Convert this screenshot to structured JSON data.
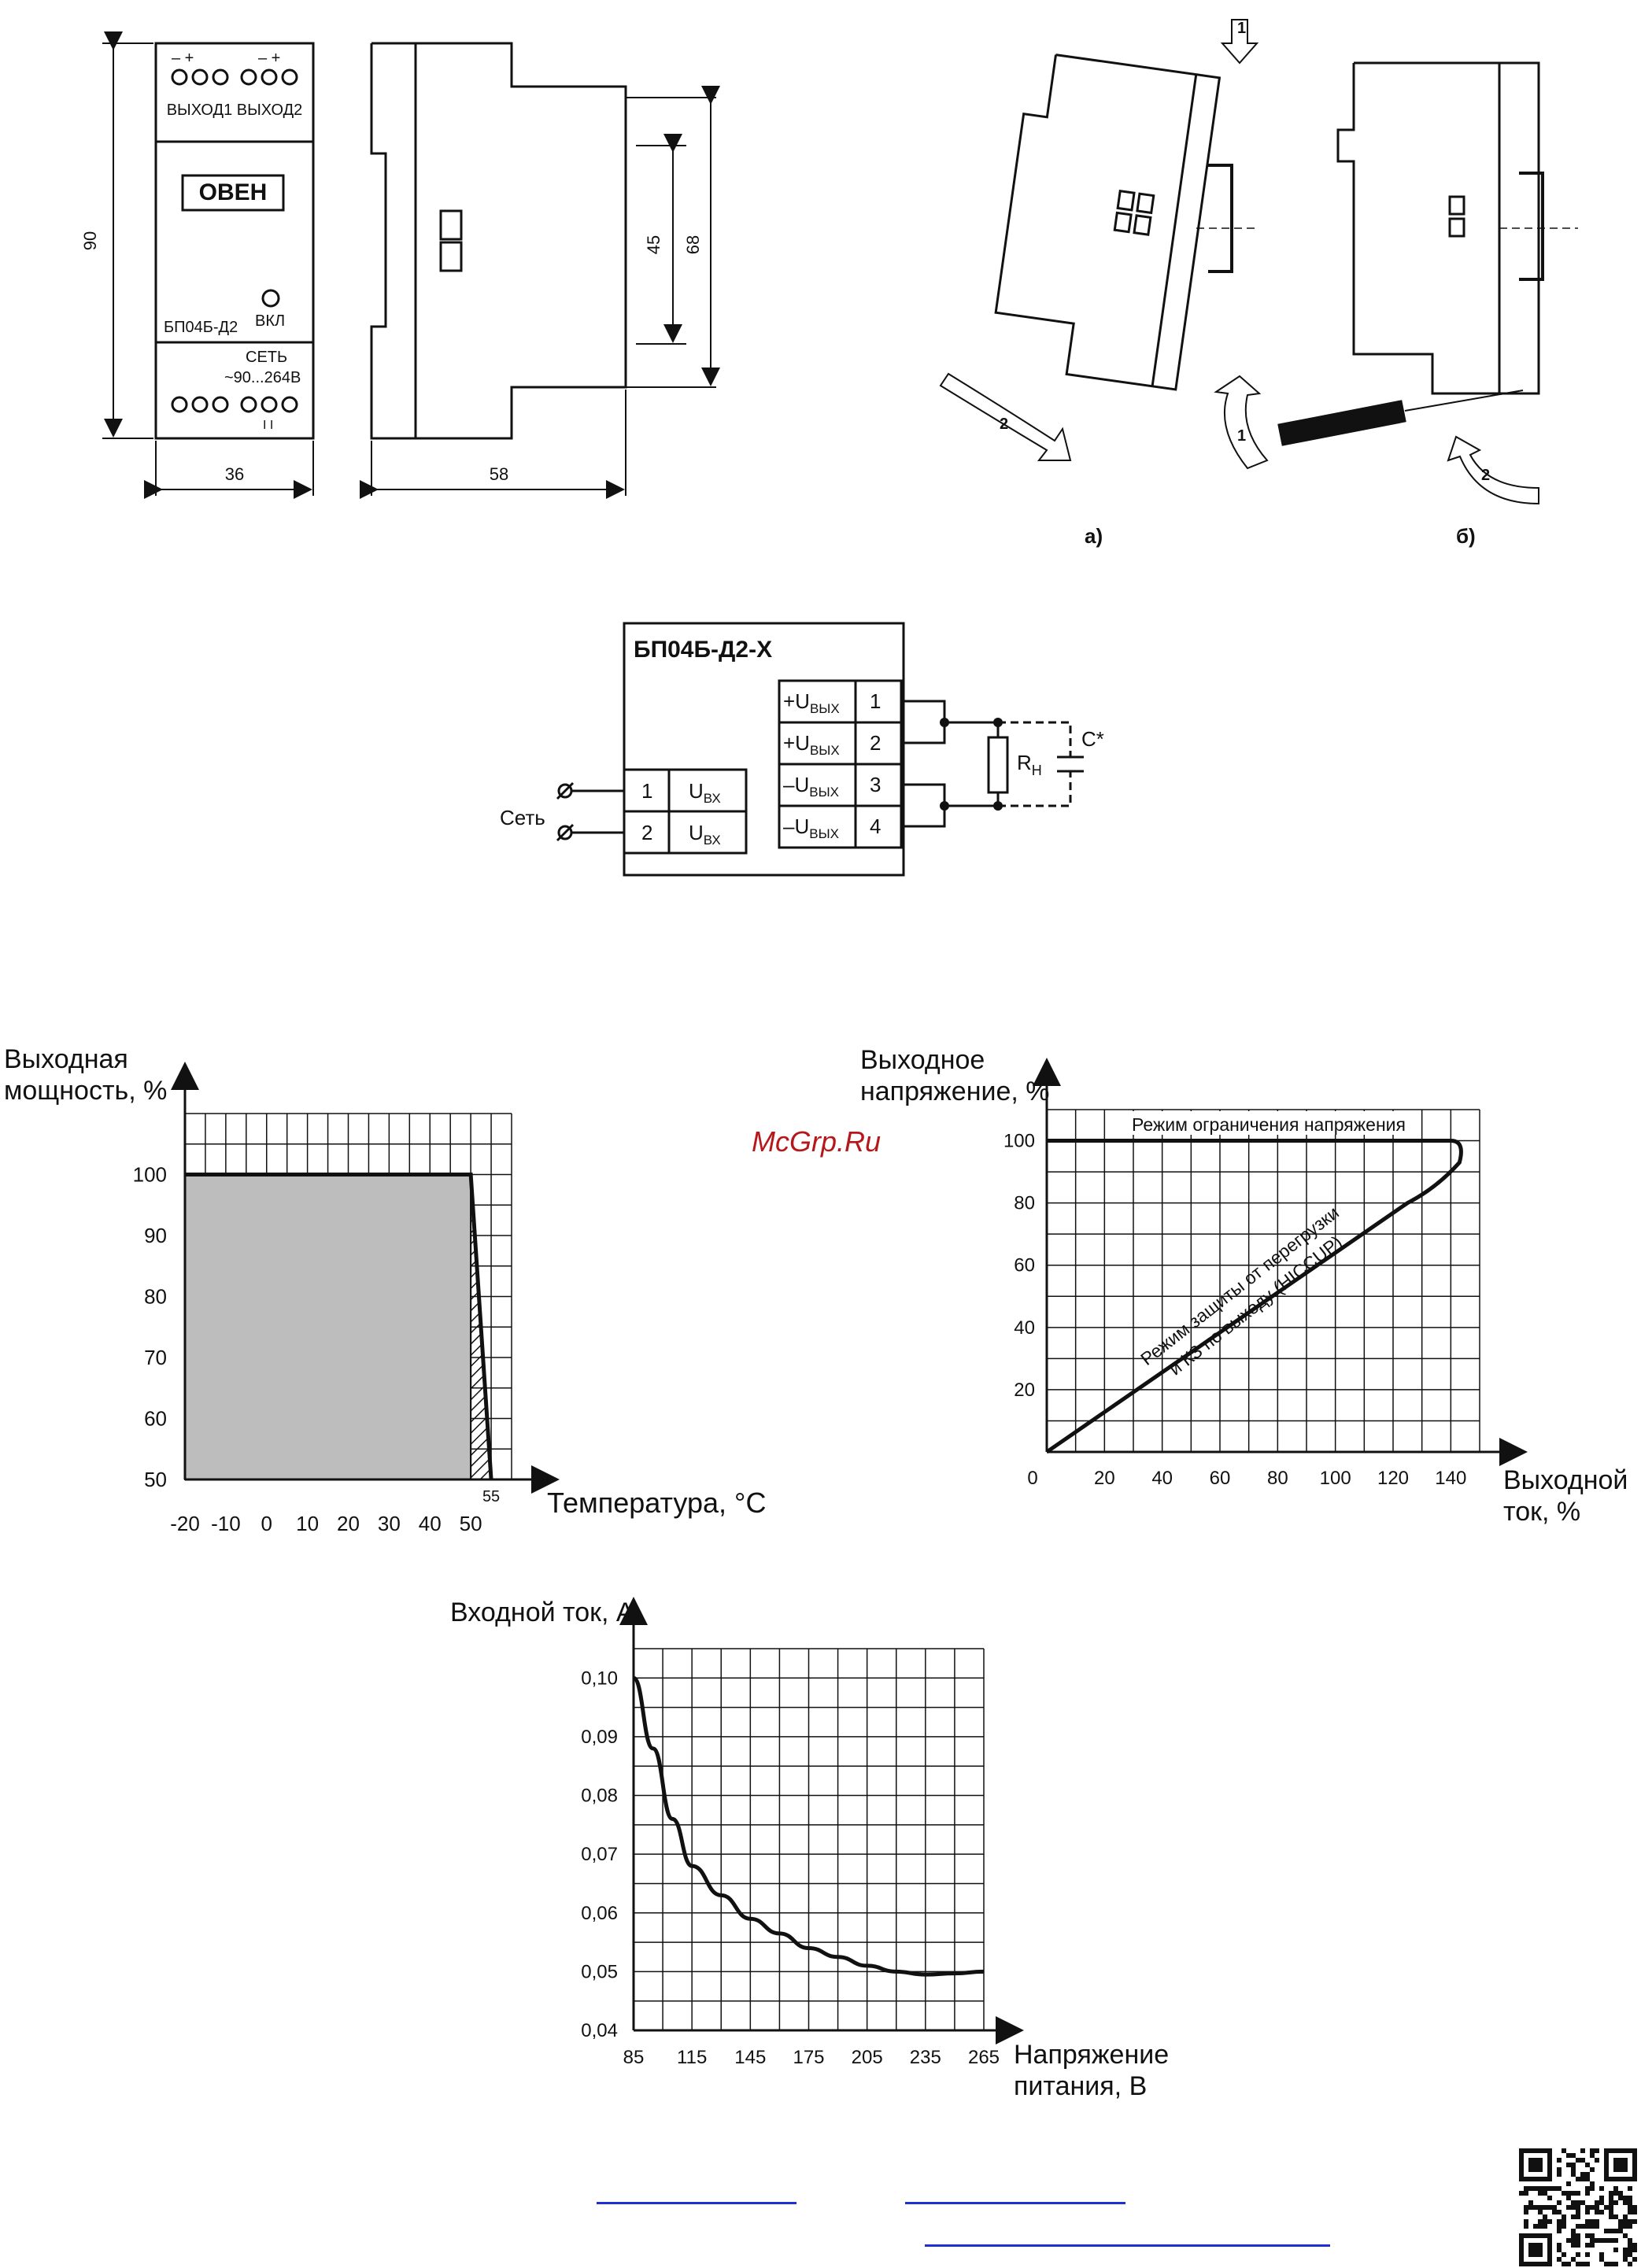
{
  "dimensions": {
    "height_90": "90",
    "width_36": "36",
    "depth_58": "58",
    "rail_45": "45",
    "height_68": "68"
  },
  "device_front": {
    "output_labels": "ВЫХОД1  ВЫХОД2",
    "polarity_left": "–  +",
    "polarity_right": "–  +",
    "logo": "ОВЕН",
    "model": "БП04Б-Д2",
    "led_label": "ВКЛ",
    "mains_label": "СЕТЬ",
    "mains_range": "~90...264В",
    "mains_marks": "I     I"
  },
  "mounting": {
    "label_a": "а)",
    "label_b": "б)",
    "step_1": "1",
    "step_2": "2"
  },
  "schematic": {
    "title": "БП04Б-Д2-Х",
    "mains_label": "Сеть",
    "inputs": [
      {
        "pin": "1",
        "label": "U",
        "sub": "ВХ"
      },
      {
        "pin": "2",
        "label": "U",
        "sub": "ВХ"
      }
    ],
    "outputs": [
      {
        "pin": "1",
        "label": "+U",
        "sub": "ВЫХ"
      },
      {
        "pin": "2",
        "label": "+U",
        "sub": "ВЫХ"
      },
      {
        "pin": "3",
        "label": "–U",
        "sub": "ВЫХ"
      },
      {
        "pin": "4",
        "label": "–U",
        "sub": "ВЫХ"
      }
    ],
    "load": "R",
    "load_sub": "Н",
    "capacitor": "C*"
  },
  "watermark": "McGrp.Ru",
  "chart_data": [
    {
      "type": "area",
      "ylabel_line1": "Выходная",
      "ylabel_line2": "мощность,  %",
      "xlabel": "Температура,  °C",
      "x_ticks": [
        "-20",
        "-10",
        "0",
        "10",
        "20",
        "30",
        "40",
        "50"
      ],
      "x_extra_tick": "55",
      "y_ticks": [
        "50",
        "60",
        "70",
        "80",
        "90",
        "100"
      ],
      "xlim": [
        -20,
        60
      ],
      "ylim": [
        50,
        110
      ],
      "grid": true,
      "series": [
        {
          "x": [
            -20,
            50,
            55
          ],
          "y": [
            100,
            100,
            50
          ]
        }
      ]
    },
    {
      "type": "line",
      "ylabel_line1": "Выходное",
      "ylabel_line2": "напряжение,  %",
      "xlabel_line1": "Выходной",
      "xlabel_line2": "ток,  %",
      "x_ticks": [
        "0",
        "20",
        "40",
        "60",
        "80",
        "100",
        "120",
        "140"
      ],
      "y_ticks": [
        "20",
        "40",
        "60",
        "80",
        "100"
      ],
      "xlim": [
        0,
        150
      ],
      "ylim": [
        0,
        110
      ],
      "grid": true,
      "annotation_top": "Режим ограничения напряжения",
      "annotation_diag_1": "Режим защиты от перегрузки",
      "annotation_diag_2": "и КЗ по выходу (HICCUP)",
      "series": [
        {
          "x": [
            0,
            140,
            145,
            143,
            135,
            125,
            0
          ],
          "y": [
            100,
            100,
            98,
            93,
            86,
            80,
            0
          ]
        }
      ]
    },
    {
      "type": "line",
      "ylabel": "Входной ток, А",
      "xlabel_line1": "Напряжение",
      "xlabel_line2": "питания,  В",
      "x_ticks": [
        "85",
        "115",
        "145",
        "175",
        "205",
        "235",
        "265"
      ],
      "y_ticks": [
        "0,04",
        "0,05",
        "0,06",
        "0,07",
        "0,08",
        "0,09",
        "0,10"
      ],
      "xlim": [
        85,
        265
      ],
      "ylim": [
        0.04,
        0.105
      ],
      "grid": true,
      "series": [
        {
          "x": [
            85,
            95,
            105,
            115,
            130,
            145,
            160,
            175,
            190,
            205,
            220,
            235,
            250,
            265
          ],
          "y": [
            0.1,
            0.088,
            0.076,
            0.068,
            0.063,
            0.059,
            0.0565,
            0.054,
            0.0525,
            0.051,
            0.05,
            0.0495,
            0.0497,
            0.05
          ]
        }
      ]
    }
  ]
}
